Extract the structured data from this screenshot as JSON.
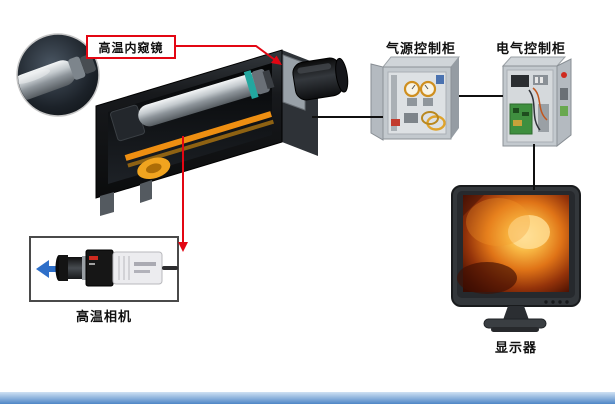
{
  "diagram": {
    "labels": {
      "endoscope": "高温内窥镜",
      "air_cabinet": "气源控制柜",
      "electric_cabinet": "电气控制柜",
      "camera": "高温相机",
      "monitor": "显示器"
    },
    "colors": {
      "accent-red": "#e30613",
      "arrow-blue": "#2e6fc9",
      "line-black": "#101010",
      "rail-orange": "#ee8f12",
      "teal-ring": "#23a79f",
      "footer-blue": "#4f86c6",
      "label-text": "#101010"
    }
  }
}
